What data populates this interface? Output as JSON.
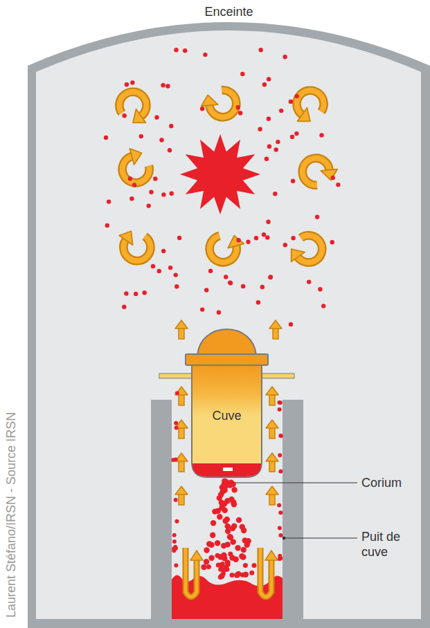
{
  "diagram": {
    "nodes": [
      {
        "text": [
          "Enceinte"
        ]
      },
      {
        "text": [
          "Cuve"
        ],
        "in": 0
      }
    ],
    "labels": [
      "Corium",
      "Puit de cuve",
      "Laurent Stéfano/IRSN - Source IRSN"
    ]
  }
}
